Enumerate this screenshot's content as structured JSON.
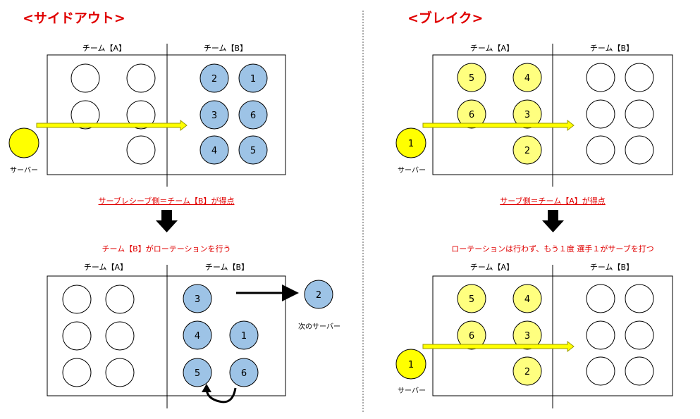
{
  "left": {
    "heading": "<サイドアウト>",
    "top_diagram": {
      "team_a_label": "チーム【A】",
      "team_b_label": "チーム【B】",
      "team_b_positions": [
        "2",
        "1",
        "3",
        "6",
        "4",
        "5"
      ],
      "server_label": "サーバー"
    },
    "result_text": "サーブレシーブ側＝チーム【B】が得点",
    "action_text": "チーム【B】がローテーションを行う",
    "bottom_diagram": {
      "team_a_label": "チーム【A】",
      "team_b_label": "チーム【B】",
      "team_b_positions": [
        "3",
        "4",
        "1",
        "5",
        "6"
      ],
      "next_server_number": "2",
      "next_server_label": "次のサーバー"
    }
  },
  "right": {
    "heading": "<ブレイク>",
    "top_diagram": {
      "team_a_label": "チーム【A】",
      "team_b_label": "チーム【B】",
      "team_a_positions": [
        "5",
        "4",
        "6",
        "3",
        "2"
      ],
      "server_number": "1",
      "server_label": "サーバー"
    },
    "result_text": "サーブ側＝チーム【A】が得点",
    "action_text": "ローテーションは行わず、もう１度 選手１がサーブを打つ",
    "bottom_diagram": {
      "team_a_label": "チーム【A】",
      "team_b_label": "チーム【B】",
      "team_a_positions": [
        "5",
        "4",
        "6",
        "3",
        "2"
      ],
      "server_number": "1",
      "server_label": "サーバー"
    }
  },
  "colors": {
    "heading_red": "#e00000",
    "blue_player": "#9dc3e6",
    "yellow_player": "#ffff7f",
    "yellow_server": "#ffff00",
    "arrow_yellow": "#ffff00",
    "arrow_yellow_border": "#a0a000"
  }
}
